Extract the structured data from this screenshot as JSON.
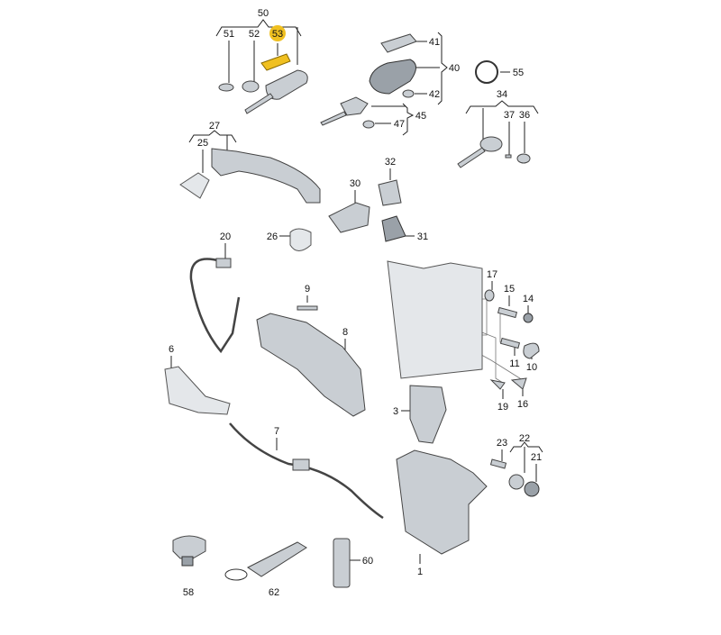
{
  "diagram": {
    "highlight_color": "#f0c020",
    "labels": {
      "l50": "50",
      "l51": "51",
      "l52": "52",
      "l53": "53",
      "l41": "41",
      "l40": "40",
      "l55": "55",
      "l42": "42",
      "l45": "45",
      "l47": "47",
      "l34": "34",
      "l37": "37",
      "l36": "36",
      "l27": "27",
      "l25": "25",
      "l32": "32",
      "l30": "30",
      "l26": "26",
      "l31": "31",
      "l20": "20",
      "l17": "17",
      "l15": "15",
      "l14": "14",
      "l9": "9",
      "l8": "8",
      "l6": "6",
      "l11": "11",
      "l10": "10",
      "l19": "19",
      "l16": "16",
      "l3": "3",
      "l7": "7",
      "l23": "23",
      "l22": "22",
      "l21": "21",
      "l1": "1",
      "l60": "60",
      "l58": "58",
      "l62": "62"
    }
  }
}
